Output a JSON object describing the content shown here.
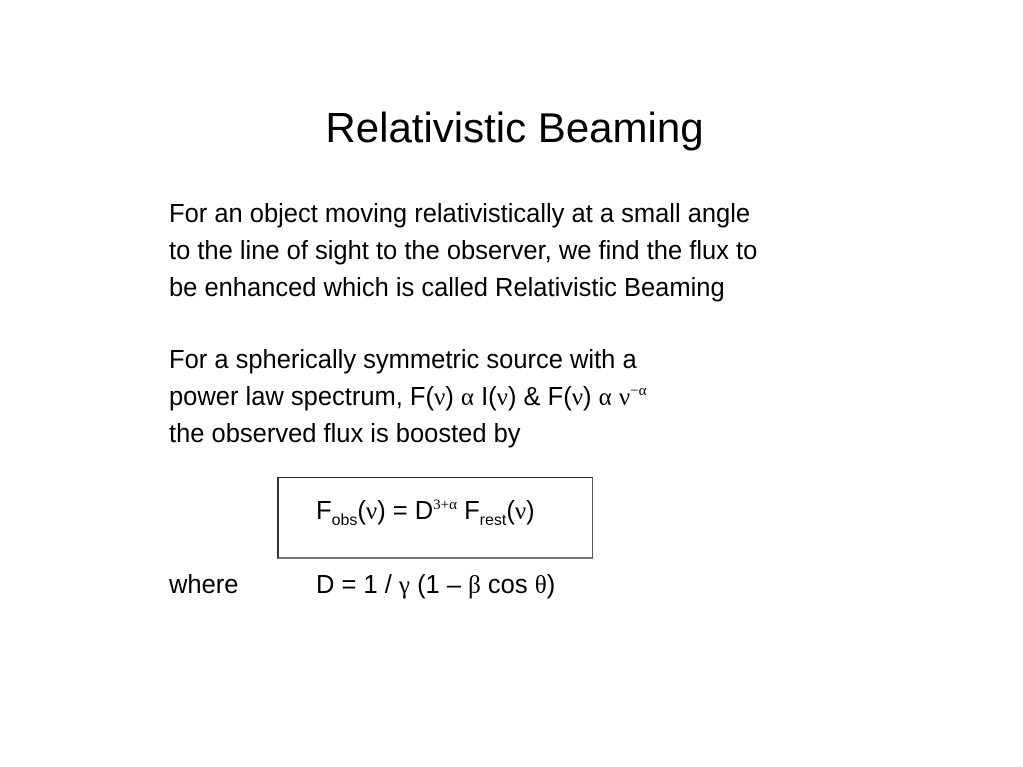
{
  "slide": {
    "title": "Relativistic Beaming",
    "paragraph1": {
      "lines": [
        "For an object  moving relativistically at a small angle",
        "to the line of sight to the observer, we find the flux to",
        "be enhanced which is called  Relativistic Beaming"
      ]
    },
    "paragraph2": {
      "line1": "For a spherically symmetric source with a",
      "line2": {
        "prefix": "power law spectrum,  ",
        "f": "F(",
        "nu": "ν",
        "close": ") ",
        "propto": "α",
        "i": " I(",
        "nu2": "ν",
        "close2": ")   &   F(",
        "nu3": "ν",
        "close3": ") ",
        "propto2": "α",
        "space": " ",
        "nu4": "ν",
        "exponent": "−α"
      },
      "line3": "the observed flux is boosted by"
    },
    "formula": {
      "F": "F",
      "sub_obs": "obs",
      "open": "(",
      "nu": "ν",
      "eq": ") = D",
      "exponent": "3+α",
      "F2": " F",
      "sub_rest": "rest",
      "open2": "(",
      "nu2": "ν",
      "close": ")"
    },
    "where": {
      "label": "where",
      "eq_prefix": "D = 1 / ",
      "gamma": "γ",
      "mid": " (1 – ",
      "beta": "β",
      "cos": " cos ",
      "theta": "θ",
      "end": ")"
    }
  }
}
